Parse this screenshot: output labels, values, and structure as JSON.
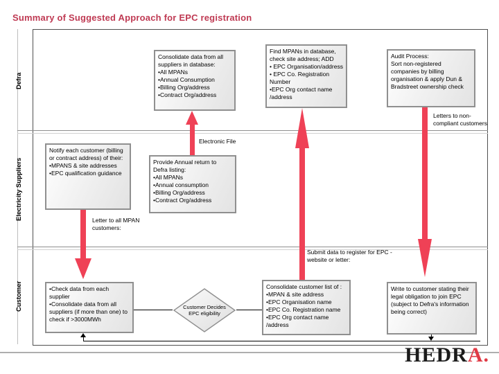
{
  "title": "Summary of Suggested Approach for EPC registration",
  "colors": {
    "title_accent": "#bf3a53",
    "flow_arrow": "#ef4156",
    "logo_accent": "#e03a45",
    "box_border": "#8f8f8f"
  },
  "lanes": {
    "defra": "Defra",
    "electricity": "Electricity Suppliers",
    "customer": "Customer"
  },
  "boxes": {
    "consolidate_suppliers": {
      "lines": [
        "Consolidate data from all suppliers in database:",
        "•All MPANs",
        "•Annual Consumption",
        "•Billing Org/address",
        "•Contract Org/address"
      ]
    },
    "find_mpans": {
      "lines": [
        "Find MPANs in database, check site address; ADD",
        "• EPC Organisation/address",
        "• EPC Co. Registration Number",
        "•EPC Org contact  name /address"
      ]
    },
    "audit_process": {
      "lines": [
        "Audit Process:",
        "Sort non-registered companies by billing organisation  & apply Dun & Bradstreet ownership check"
      ]
    },
    "notify_customer": {
      "lines": [
        "Notify each customer (billing or contract address) of their:",
        "•MPANS & site addresses",
        "•EPC qualification guidance"
      ]
    },
    "provide_annual_return": {
      "lines": [
        "Provide Annual return to Defra listing:",
        "•All MPANs",
        "•Annual consumption",
        "•Billing Org/address",
        "•Contract Org/address"
      ]
    },
    "check_data": {
      "lines": [
        "•Check data from each supplier",
        "•Consolidate data from all suppliers (if more than one) to check if >3000MWh"
      ]
    },
    "consolidate_customer_list": {
      "lines": [
        "Consolidate customer list of :",
        "•MPAN & site address",
        "•EPC Organisation name",
        "•EPC Co. Registration name",
        "•EPC Org contact  name /address"
      ]
    },
    "write_customer": {
      "lines": [
        "Write to customer stating their legal obligation to join EPC (subject to Defra's information being correct)"
      ]
    }
  },
  "decision": {
    "text": "Customer Decides EPC eligibility"
  },
  "labels": {
    "electronic_file": "Electronic File",
    "letters_non_compliant": "Letters to non-compliant customers",
    "letter_all_mpan": "Letter to all MPAN customers:",
    "submit_data": "Submit data to register for EPC - website or letter:"
  },
  "logo": {
    "black": "HEDR",
    "red": "A."
  }
}
